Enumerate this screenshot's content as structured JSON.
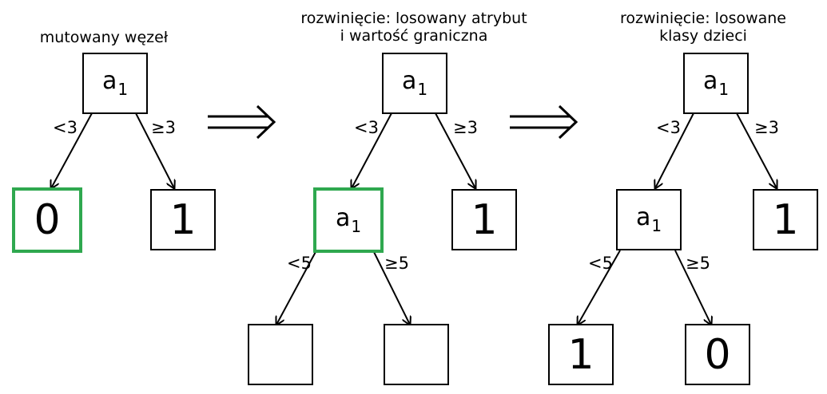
{
  "panel1": {
    "title": "mutowany węzeł",
    "root": {
      "attr": "a",
      "sub": "1"
    },
    "left_edge": "<3",
    "right_edge": "≥3",
    "left_leaf": "0",
    "right_leaf": "1"
  },
  "panel2": {
    "title_line1": "rozwinięcie: losowany atrybut",
    "title_line2": "i wartość graniczna",
    "root": {
      "attr": "a",
      "sub": "1"
    },
    "left_edge": "<3",
    "right_edge": "≥3",
    "inner": {
      "attr": "a",
      "sub": "1"
    },
    "inner_left_edge": "<5",
    "inner_right_edge": "≥5",
    "right_leaf": "1",
    "inner_left_leaf": "",
    "inner_right_leaf": ""
  },
  "panel3": {
    "title_line1": "rozwinięcie: losowane",
    "title_line2": "klasy dzieci",
    "root": {
      "attr": "a",
      "sub": "1"
    },
    "left_edge": "<3",
    "right_edge": "≥3",
    "inner": {
      "attr": "a",
      "sub": "1"
    },
    "inner_left_edge": "<5",
    "inner_right_edge": "≥5",
    "right_leaf": "1",
    "inner_left_leaf": "1",
    "inner_right_leaf": "0"
  },
  "colors": {
    "highlight": "#2fa84f",
    "stroke": "#000000"
  },
  "transitions": [
    "double-arrow-icon",
    "double-arrow-icon"
  ]
}
